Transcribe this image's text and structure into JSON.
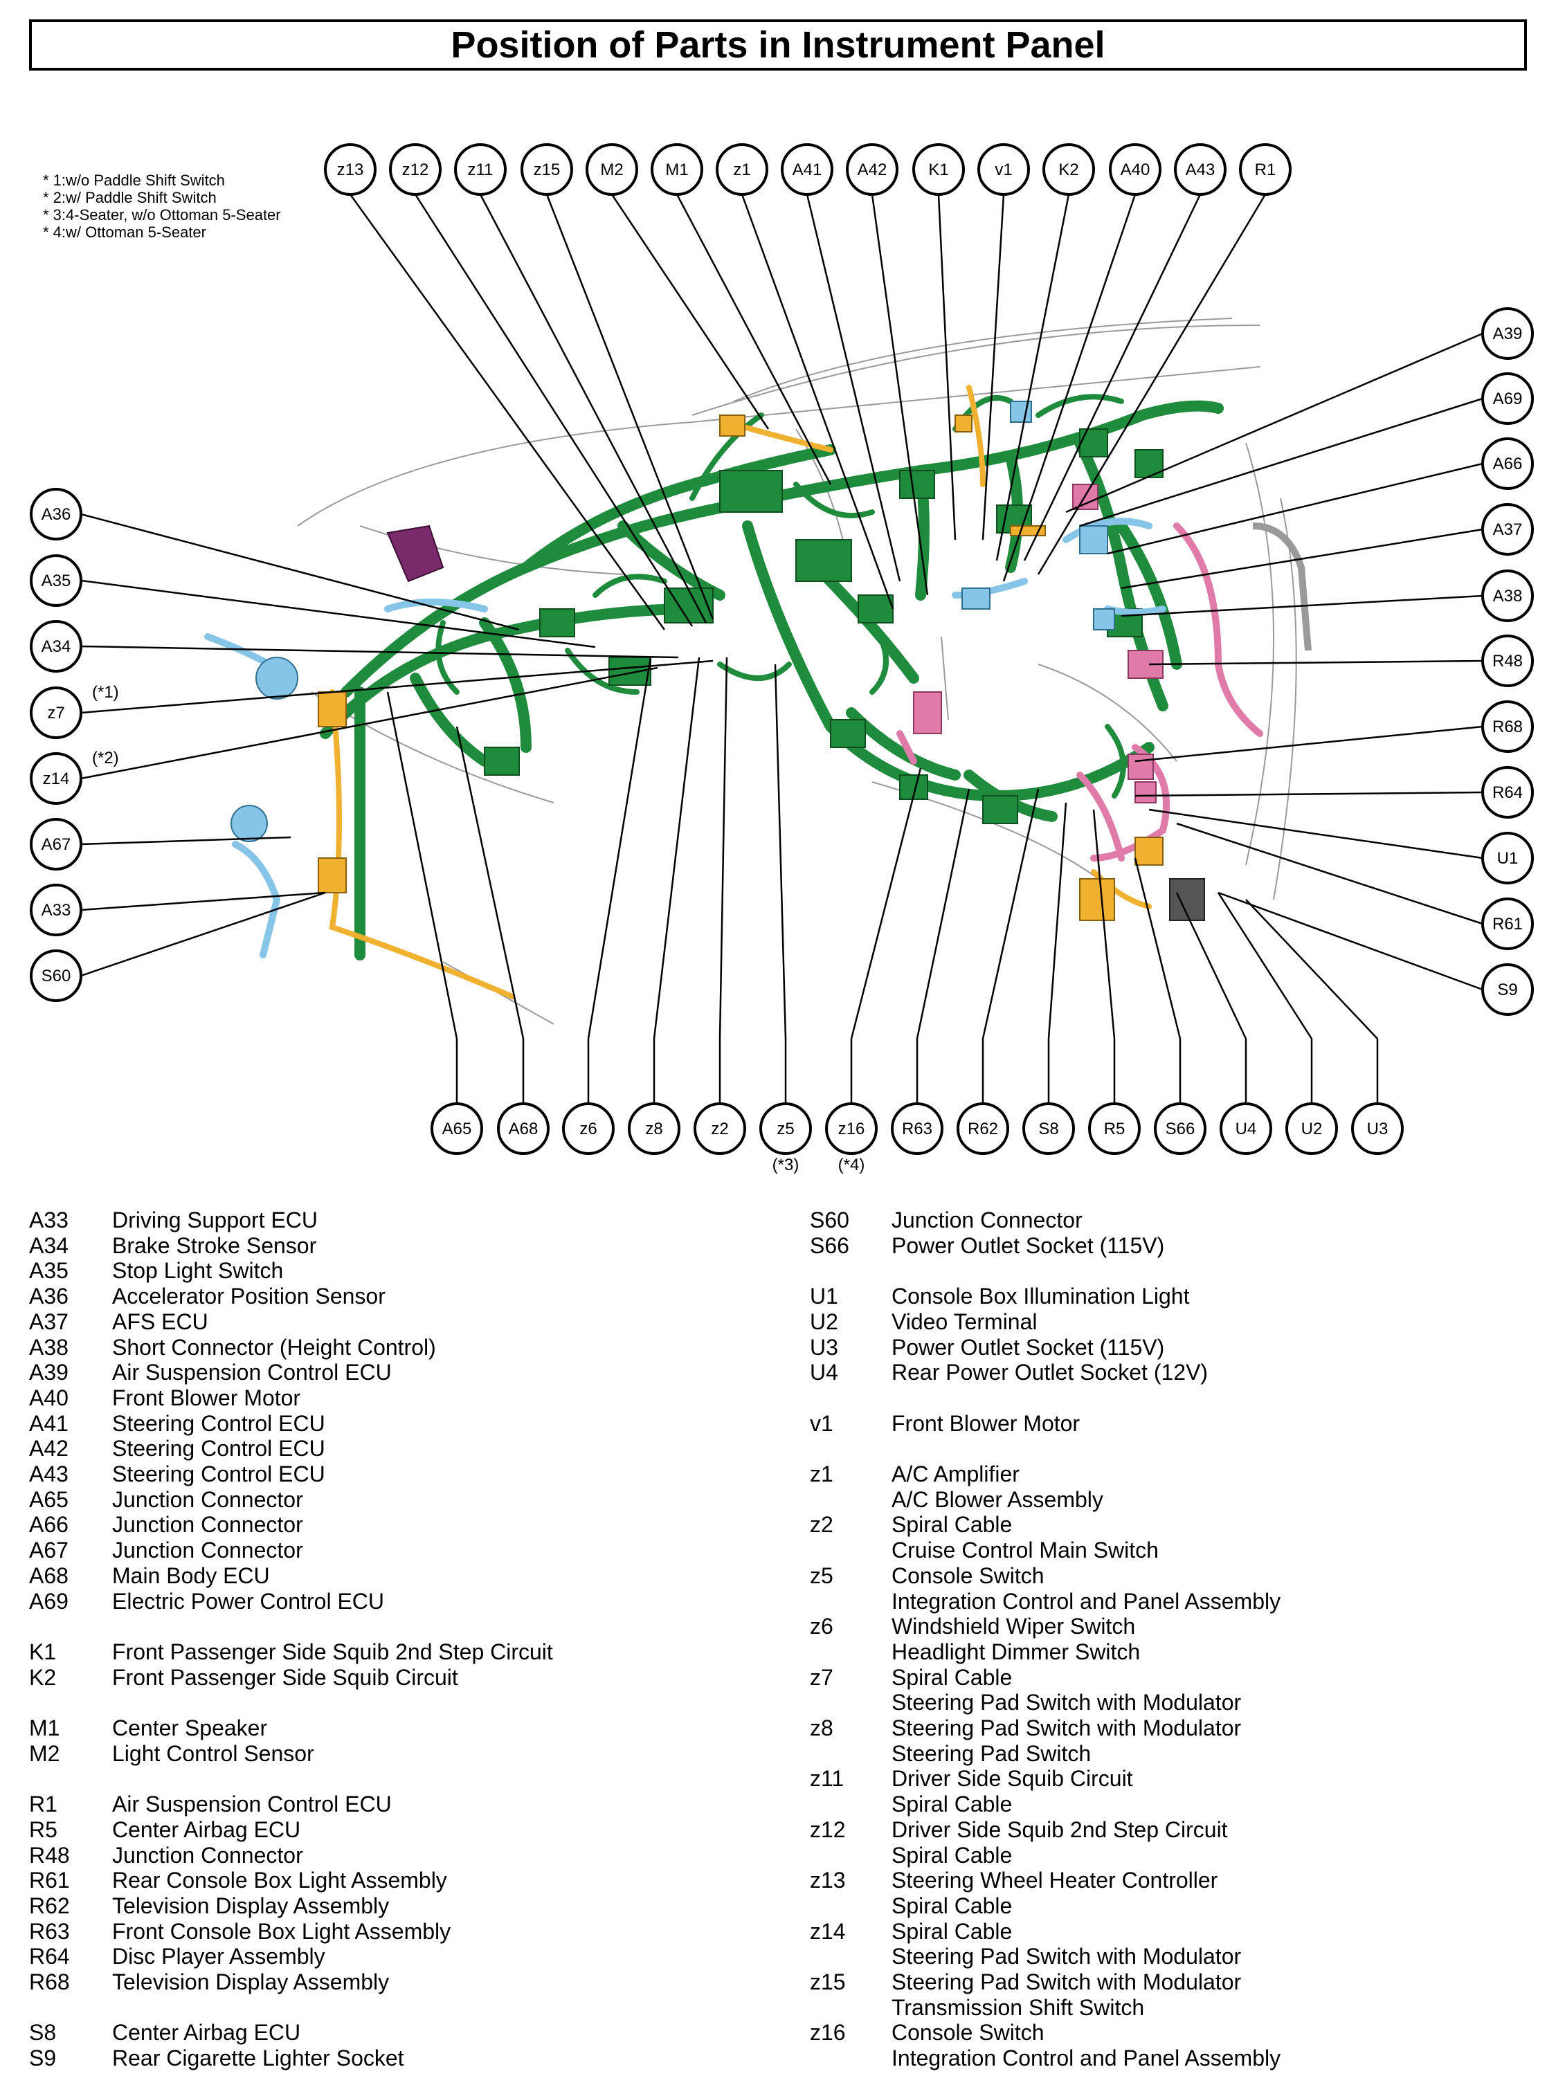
{
  "title": "Position of Parts in Instrument Panel",
  "footnotes": [
    "* 1:w/o Paddle Shift Switch",
    "* 2:w/ Paddle Shift Switch",
    "* 3:4-Seater, w/o Ottoman 5-Seater",
    "* 4:w/ Ottoman 5-Seater"
  ],
  "colors": {
    "harness_main": "#1e8c3c",
    "pink": "#e07aa8",
    "light_blue": "#86c5e8",
    "orange": "#f0b030",
    "purple": "#7a2a6a",
    "gray": "#555555"
  },
  "connectors": {
    "top": [
      "z13",
      "z12",
      "z11",
      "z15",
      "M2",
      "M1",
      "z1",
      "A41",
      "A42",
      "K1",
      "v1",
      "K2",
      "A40",
      "A43",
      "R1"
    ],
    "left": [
      "A36",
      "A35",
      "A34",
      "z7",
      "z14",
      "A67",
      "A33",
      "S60"
    ],
    "left_notes": {
      "z7": "(*1)",
      "z14": "(*2)"
    },
    "right": [
      "A39",
      "A69",
      "A66",
      "A37",
      "A38",
      "R48",
      "R68",
      "R64",
      "U1",
      "R61",
      "S9"
    ],
    "bottom": [
      "A65",
      "A68",
      "z6",
      "z8",
      "z2",
      "z5",
      "z16",
      "R63",
      "R62",
      "S8",
      "R5",
      "S66",
      "U4",
      "U2",
      "U3"
    ],
    "bottom_notes": {
      "z5": "(*3)",
      "z16": "(*4)"
    }
  },
  "legend_left": [
    [
      "A33",
      "Driving Support ECU"
    ],
    [
      "A34",
      "Brake Stroke Sensor"
    ],
    [
      "A35",
      "Stop Light Switch"
    ],
    [
      "A36",
      "Accelerator Position Sensor"
    ],
    [
      "A37",
      "AFS ECU"
    ],
    [
      "A38",
      "Short Connector (Height Control)"
    ],
    [
      "A39",
      "Air Suspension Control ECU"
    ],
    [
      "A40",
      "Front Blower Motor"
    ],
    [
      "A41",
      "Steering Control ECU"
    ],
    [
      "A42",
      "Steering Control ECU"
    ],
    [
      "A43",
      "Steering Control ECU"
    ],
    [
      "A65",
      "Junction Connector"
    ],
    [
      "A66",
      "Junction Connector"
    ],
    [
      "A67",
      "Junction Connector"
    ],
    [
      "A68",
      "Main Body ECU"
    ],
    [
      "A69",
      "Electric Power Control ECU"
    ],
    [
      "",
      ""
    ],
    [
      "K1",
      "Front Passenger Side Squib 2nd Step Circuit"
    ],
    [
      "K2",
      "Front Passenger Side Squib Circuit"
    ],
    [
      "",
      ""
    ],
    [
      "M1",
      "Center Speaker"
    ],
    [
      "M2",
      "Light Control Sensor"
    ],
    [
      "",
      ""
    ],
    [
      "R1",
      "Air Suspension Control ECU"
    ],
    [
      "R5",
      "Center Airbag ECU"
    ],
    [
      "R48",
      "Junction Connector"
    ],
    [
      "R61",
      "Rear Console Box Light Assembly"
    ],
    [
      "R62",
      "Television Display Assembly"
    ],
    [
      "R63",
      "Front Console Box Light Assembly"
    ],
    [
      "R64",
      "Disc Player Assembly"
    ],
    [
      "R68",
      "Television Display Assembly"
    ],
    [
      "",
      ""
    ],
    [
      "S8",
      "Center Airbag ECU"
    ],
    [
      "S9",
      "Rear Cigarette Lighter Socket"
    ]
  ],
  "legend_right": [
    [
      "S60",
      "Junction Connector"
    ],
    [
      "S66",
      "Power Outlet Socket (115V)"
    ],
    [
      "",
      ""
    ],
    [
      "U1",
      "Console Box Illumination Light"
    ],
    [
      "U2",
      "Video Terminal"
    ],
    [
      "U3",
      "Power Outlet Socket (115V)"
    ],
    [
      "U4",
      "Rear Power Outlet Socket (12V)"
    ],
    [
      "",
      ""
    ],
    [
      "v1",
      "Front Blower Motor"
    ],
    [
      "",
      ""
    ],
    [
      "z1",
      "A/C Amplifier"
    ],
    [
      "",
      "A/C Blower Assembly"
    ],
    [
      "z2",
      "Spiral Cable"
    ],
    [
      "",
      "Cruise Control Main Switch"
    ],
    [
      "z5",
      "Console Switch"
    ],
    [
      "",
      "Integration Control and Panel Assembly"
    ],
    [
      "z6",
      "Windshield Wiper Switch"
    ],
    [
      "",
      "Headlight Dimmer Switch"
    ],
    [
      "z7",
      "Spiral Cable"
    ],
    [
      "",
      "Steering Pad Switch with Modulator"
    ],
    [
      "z8",
      "Steering Pad Switch with Modulator"
    ],
    [
      "",
      "Steering Pad Switch"
    ],
    [
      "z11",
      "Driver Side Squib Circuit"
    ],
    [
      "",
      "Spiral Cable"
    ],
    [
      "z12",
      "Driver Side Squib 2nd Step Circuit"
    ],
    [
      "",
      "Spiral Cable"
    ],
    [
      "z13",
      "Steering Wheel Heater Controller"
    ],
    [
      "",
      "Spiral Cable"
    ],
    [
      "z14",
      "Spiral Cable"
    ],
    [
      "",
      "Steering Pad Switch with Modulator"
    ],
    [
      "z15",
      "Steering Pad Switch with Modulator"
    ],
    [
      "",
      "Transmission Shift Switch"
    ],
    [
      "z16",
      "Console Switch"
    ],
    [
      "",
      "Integration Control and Panel Assembly"
    ]
  ]
}
